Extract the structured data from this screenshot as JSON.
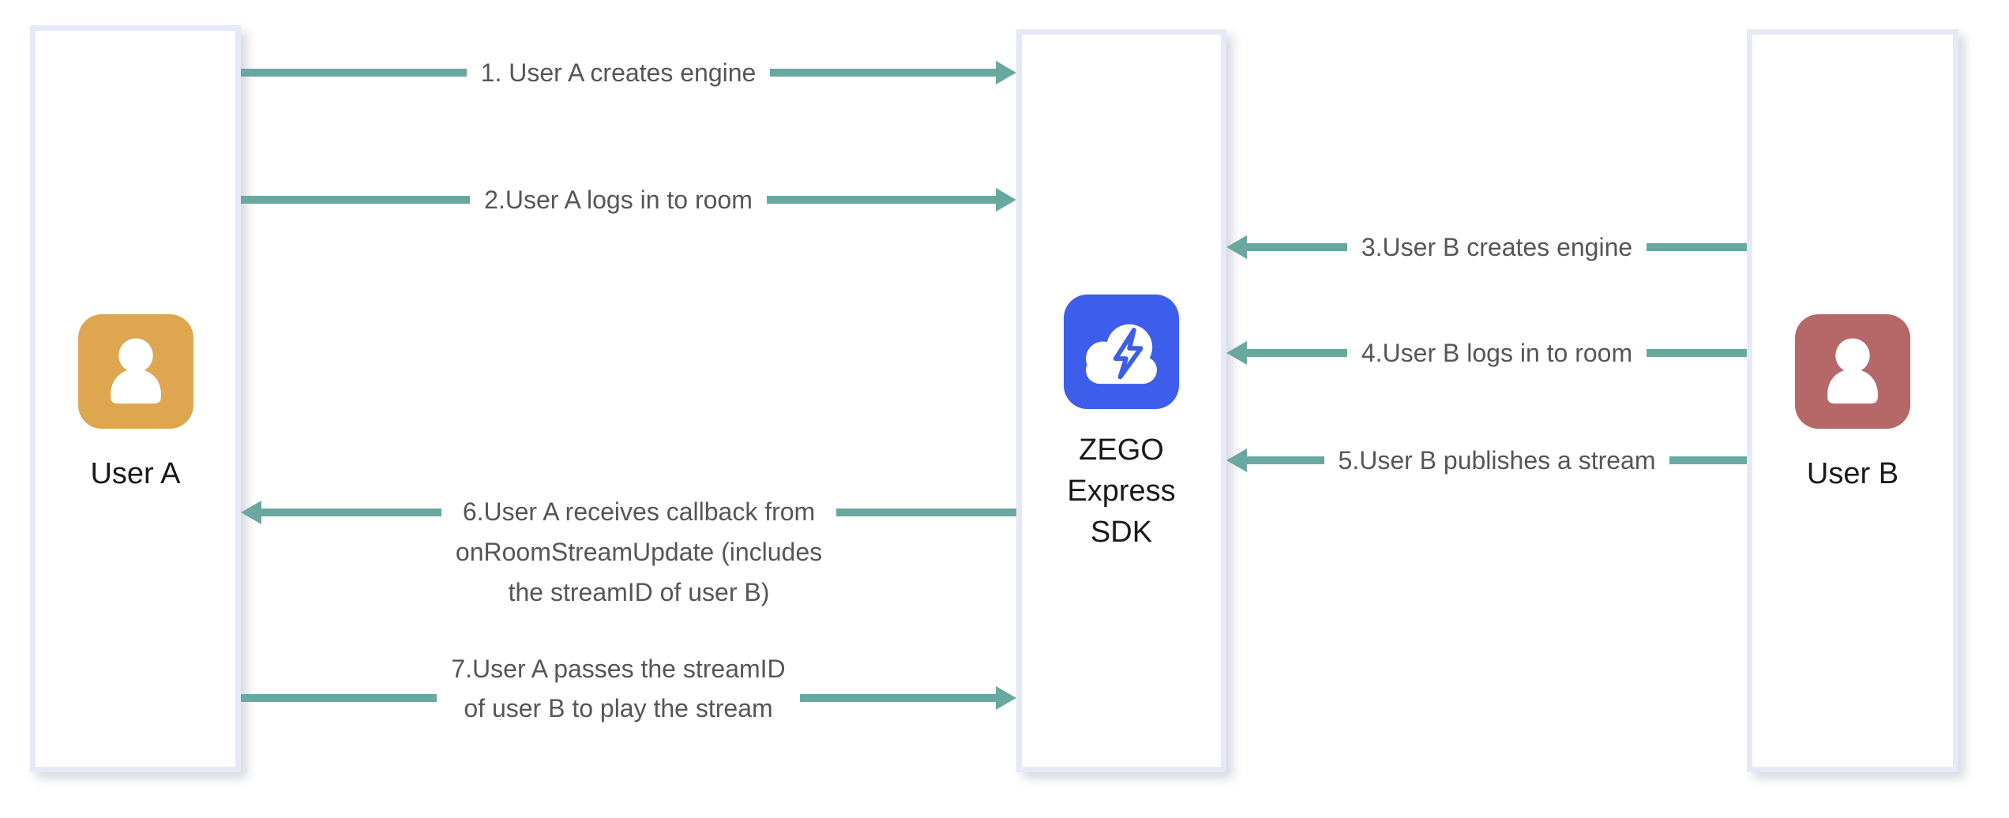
{
  "colors": {
    "arrow": "#69A8A0",
    "arrow_label": "#565656",
    "entity_label": "#1A1A1A",
    "box_border": "#E5E9F7",
    "box_fill": "#FFFFFF",
    "user_a_icon": "#DDA64F",
    "user_b_icon": "#B66767",
    "sdk_icon": "#3C5EEB"
  },
  "actors": {
    "user_a": {
      "label": "User A",
      "icon": "person-icon"
    },
    "sdk": {
      "label": "ZEGO\nExpress\nSDK",
      "icon": "cloud-lightning-icon"
    },
    "user_b": {
      "label": "User B",
      "icon": "person-icon"
    }
  },
  "arrows": [
    {
      "label": "1. User A creates engine",
      "from": "user_a",
      "to": "sdk",
      "direction": "right"
    },
    {
      "label": "2.User A logs in to room",
      "from": "user_a",
      "to": "sdk",
      "direction": "right"
    },
    {
      "label": "3.User B creates engine",
      "from": "user_b",
      "to": "sdk",
      "direction": "left"
    },
    {
      "label": "4.User B logs in to room",
      "from": "user_b",
      "to": "sdk",
      "direction": "left"
    },
    {
      "label": "5.User B publishes a stream",
      "from": "user_b",
      "to": "sdk",
      "direction": "left"
    },
    {
      "label": "6.User A receives callback from\nonRoomStreamUpdate (includes\nthe streamID of user B)",
      "from": "sdk",
      "to": "user_a",
      "direction": "left"
    },
    {
      "label": "7.User A passes the streamID\nof user B to play the stream",
      "from": "user_a",
      "to": "sdk",
      "direction": "right"
    }
  ]
}
